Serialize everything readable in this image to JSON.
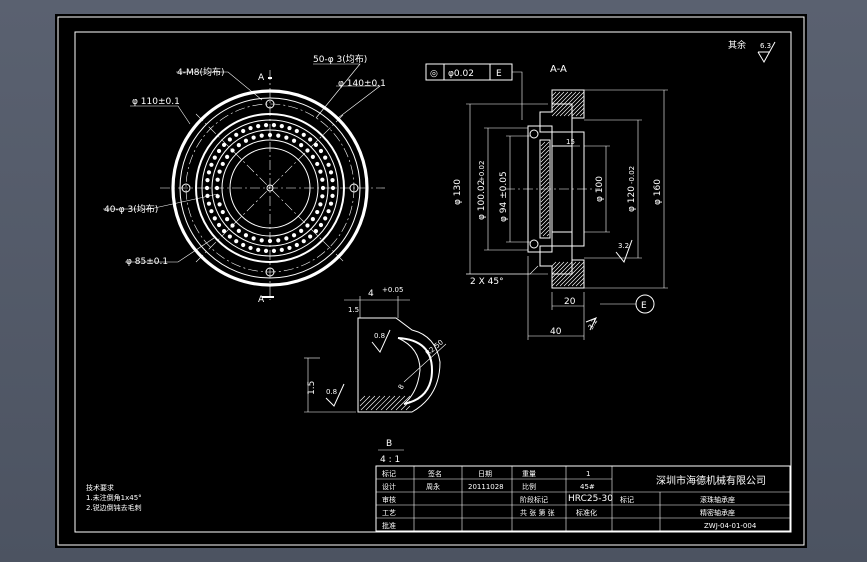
{
  "drawing": {
    "surface_note": "其余",
    "roughness_general": "6.3",
    "section_label": "A-A",
    "section_mark": "A",
    "detail_label": "B",
    "detail_scale": "4 : 1",
    "datum_label": "E",
    "dims": {
      "d110": "φ 110±0.1",
      "d85": "φ 85±0.1",
      "holes_m8": "4-M8(均布)",
      "holes_50": "50-φ 3(均布)",
      "d140": "φ 140±0.1",
      "holes_40": "40-φ 3(均布)",
      "d130": "φ 130",
      "d100_02": "φ 100.02",
      "d100_02_tol": "+0.02",
      "d94": "φ 94 ±0.05",
      "d100": "φ 100",
      "d120": "φ 120",
      "d120_tol": "-0.02",
      "d160": "φ 160",
      "l15": "15",
      "l20": "20",
      "l40": "40",
      "chamfer": "2 X 45°",
      "r32_a": "3.2",
      "r32_b": "3.2",
      "r08_a": "0.8",
      "r08_b": "0.8",
      "radius": "R2.50",
      "detail_w": "4",
      "detail_w_tol": "+0.05",
      "detail_h": "1.5",
      "detail_15": "1.5",
      "small_8": "8"
    },
    "tolerance_frame": {
      "symbol": "◎",
      "value": "φ0.02",
      "datum": "E"
    },
    "tech_requirements": [
      "技术要求",
      "1.未注倒角1x45°",
      "2.锐边倒钝去毛刺"
    ]
  },
  "title_block": {
    "row_labels": [
      "标记",
      "设计",
      "审核",
      "工艺",
      "批准"
    ],
    "header_cells": [
      "签名",
      "日期"
    ],
    "designer_sig": "周永",
    "date": "20111028",
    "weight_label": "重量",
    "ratio_label": "比例",
    "ratio_value": "1",
    "material": "45#",
    "hardness": "HRC25-30",
    "stage_label": "阶段标记",
    "sheet_label": "共 张 第 张",
    "company": "深圳市海德机械有限公司",
    "part_name": "滚珠轴承座",
    "sub_name": "精密轴承座",
    "drawing_no": "ZWJ-04-01-004",
    "std_label": "标准化"
  }
}
